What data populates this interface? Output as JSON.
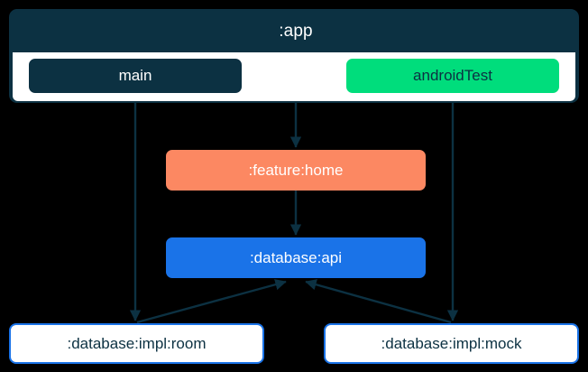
{
  "diagram": {
    "type": "module-dependency-graph",
    "background": "#000000",
    "colors": {
      "navy": "#0c3142",
      "green": "#00dd7c",
      "orange": "#fc8862",
      "blue": "#1a73e8",
      "white": "#ffffff",
      "edge": "#0c3142"
    },
    "container": {
      "title": ":app"
    },
    "nodes": [
      {
        "id": "main",
        "label": "main",
        "fill": "#0c3142",
        "text_color": "#ffffff"
      },
      {
        "id": "androidTest",
        "label": "androidTest",
        "fill": "#00dd7c",
        "text_color": "#0c3142"
      },
      {
        "id": "feature-home",
        "label": ":feature:home",
        "fill": "#fc8862",
        "text_color": "#ffffff"
      },
      {
        "id": "database-api",
        "label": ":database:api",
        "fill": "#1a73e8",
        "text_color": "#ffffff"
      },
      {
        "id": "database-impl-room",
        "label": ":database:impl:room",
        "fill": "#ffffff",
        "text_color": "#0c3142"
      },
      {
        "id": "database-impl-mock",
        "label": ":database:impl:mock",
        "fill": "#ffffff",
        "text_color": "#0c3142"
      }
    ],
    "edges": [
      {
        "from": "main",
        "to": "database-impl-room"
      },
      {
        "from": ":app",
        "to": "feature-home"
      },
      {
        "from": "androidTest",
        "to": "database-impl-mock"
      },
      {
        "from": "feature-home",
        "to": "database-api"
      },
      {
        "from": "database-impl-room",
        "to": "database-api"
      },
      {
        "from": "database-impl-mock",
        "to": "database-api"
      }
    ]
  }
}
